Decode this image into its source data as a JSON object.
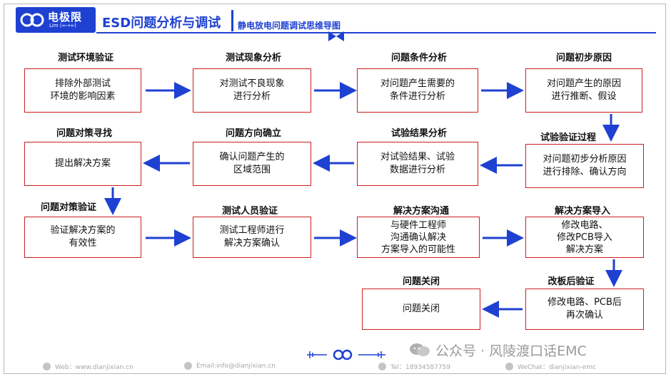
{
  "header": {
    "logo_text": "电极限",
    "logo_sub": "Lim (∞→∞)",
    "title": "ESD问题分析与调试",
    "subtitle": "静电放电问题调试思维导图"
  },
  "steps": [
    {
      "label": "测试环境验证",
      "text": "排除外部测试\n环境的影响因素"
    },
    {
      "label": "测试现象分析",
      "text": "对测试不良现象\n进行分析"
    },
    {
      "label": "问题条件分析",
      "text": "对问题产生需要的\n条件进行分析"
    },
    {
      "label": "问题初步原因",
      "text": "对问题产生的原因\n进行推断、假设"
    },
    {
      "label": "试验验证过程",
      "text": "对问题初步分析原因\n进行排除、确认方向"
    },
    {
      "label": "试验结果分析",
      "text": "对试验结果、试验\n数据进行分析"
    },
    {
      "label": "问题方向确立",
      "text": "确认问题产生的\n区域范围"
    },
    {
      "label": "问题对策寻找",
      "text": "提出解决方案"
    },
    {
      "label": "问题对策验证",
      "text": "验证解决方案的\n有效性"
    },
    {
      "label": "测试人员验证",
      "text": "测试工程师进行\n解决方案确认"
    },
    {
      "label": "解决方案沟通",
      "text": "与硬件工程师\n沟通确认解决\n方案导入的可能性"
    },
    {
      "label": "解决方案导入",
      "text": "修改电路、\n修改PCB导入\n解决方案"
    },
    {
      "label": "改板后验证",
      "text": "修改电路、PCB后\n再次确认"
    },
    {
      "label": "问题关闭",
      "text": "问题关闭"
    }
  ],
  "watermark": "公众号 · 风陵渡口话EMC",
  "footer": {
    "web": "Web：www.dianjixian.cn",
    "email": "Email:info@dianjixian.cn",
    "tel": "Tel：18934587759",
    "wechat": "WeChat：dianjixian-emc"
  },
  "colors": {
    "brand": "#1e41d2",
    "box_border": "#cc1f1f",
    "arrow": "#1e41d2"
  }
}
